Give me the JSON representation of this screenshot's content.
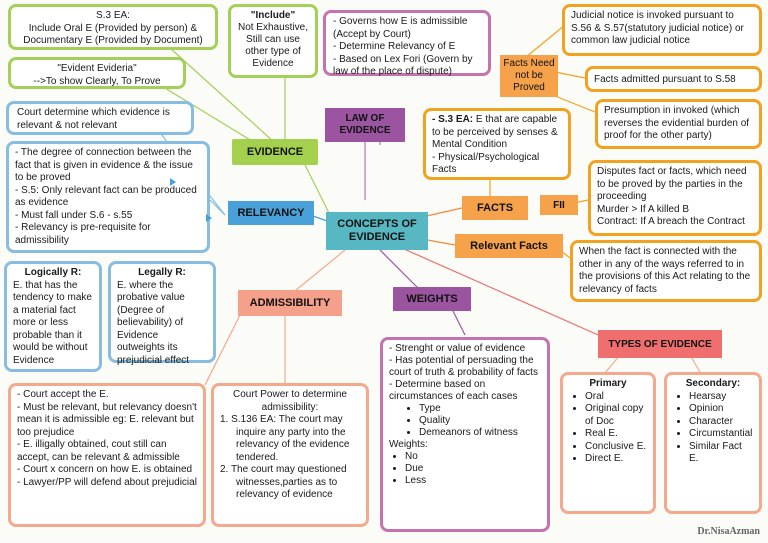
{
  "center": {
    "label": "CONCEPTS OF EVIDENCE"
  },
  "nodes": {
    "evidence": "EVIDENCE",
    "law": "LAW OF EVIDENCE",
    "facts": "FACTS",
    "fii": "FII",
    "relevant_facts": "Relevant Facts",
    "relevancy": "RELEVANCY",
    "admissibility": "ADMISSIBILITY",
    "weights": "WEIGHTS",
    "types": "TYPES OF EVIDENCE",
    "facts_not_proved": "Facts Need not be Proved"
  },
  "evidence_boxes": {
    "s3": [
      "S.3 EA:",
      "Include Oral E (Provided by person) &",
      "Documentary E (Provided by Document)"
    ],
    "include": {
      "title": "\"Include\"",
      "lines": [
        "Not Exhaustive,",
        "Still can use",
        "other type of",
        "Evidence"
      ]
    },
    "evident": [
      "\"Evident Evideria\"",
      "-->To show Clearly, To Prove"
    ]
  },
  "law_box": [
    "- Governs how E is admissible (Accept by Court)",
    "- Determine Relevancy of E",
    "- Based on Lex Fori (Govern by law of the place of dispute)"
  ],
  "facts_not_proved_boxes": [
    "Judicial notice is invoked pursuant to S.56 & S.57(statutory judicial notice) or common law judicial notice",
    "Facts admitted pursuant to S.58",
    "Presumption in invoked (which reverses the evidential burden of proof for the other party)"
  ],
  "facts_box": {
    "bold": "- S.3 EA:",
    "text": " E that are capable to be perceived by senses & Mental Condition",
    "line2": "- Physical/Psychological Facts"
  },
  "fii_box": [
    "Disputes fact or facts, which need to be proved by the parties in the proceeding",
    "Murder > If A killed B",
    "Contract: If A breach the Contract"
  ],
  "relevant_facts_box": "When the fact is connected with the other in any of the ways referred to in the provisions of this Act relating to the relevancy of facts",
  "relevancy": {
    "court": "Court determine which evidence is relevant & not relevant",
    "main": [
      "- The degree of connection between the fact that is given in evidence & the issue to be proved",
      "- S.5: Only relevant fact can be produced as evidence",
      "- Must fall under S.6 - s.55",
      "- Relevancy is pre-requisite for admissibility"
    ],
    "logically": {
      "title": "Logically R:",
      "text": "E. that has the tendency to make a material fact more or less probable than it would be without Evidence"
    },
    "legally": {
      "title": "Legally R:",
      "text": "E. where the probative value (Degree of believability) of Evidence outweights its prejudicial effect"
    }
  },
  "admissibility": {
    "left": [
      "- Court accept the E.",
      "- Must be relevant, but relevancy doesn't mean it is admissible eg: E. relevant but too prejudice",
      "- E. illigally obtained, cout still can accept, can be relevant & admissible",
      "- Court x concern on how E. is obtained",
      "- Lawyer/PP will defend about prejudicial"
    ],
    "right_title": "Court Power to determine admissibility:",
    "right_items": [
      "1. S.136 EA: The court may inquire any party into the relevancy of the evidence tendered.",
      "2. The court may questioned witnesses,parties as to relevancy of evidence"
    ]
  },
  "weights": {
    "items": [
      "- Strenght or value of evidence",
      "- Has potential of persuading the court of truth & probability of facts",
      "- Determine based on circumstances of each cases"
    ],
    "sub": [
      "Type",
      "Quality",
      "Demeanors of witness"
    ],
    "weights_label": "Weights:",
    "weights": [
      "No",
      "Due",
      "Less"
    ]
  },
  "types": {
    "primary": {
      "title": "Primary",
      "items": [
        "Oral",
        "Original copy of Doc",
        "Real E.",
        "Conclusive E.",
        "Direct E."
      ]
    },
    "secondary": {
      "title": "Secondary:",
      "items": [
        "Hearsay",
        "Opinion",
        "Character",
        "Circumstantial",
        "Similar Fact E."
      ]
    }
  },
  "signature": "Dr.NisaAzman",
  "colors": {
    "green": "#a4cf58",
    "blue": "#86bde0",
    "purple": "#c572ad",
    "orange": "#f3a21f",
    "salmon": "#f4a98c",
    "teal": "#57b8c3"
  }
}
